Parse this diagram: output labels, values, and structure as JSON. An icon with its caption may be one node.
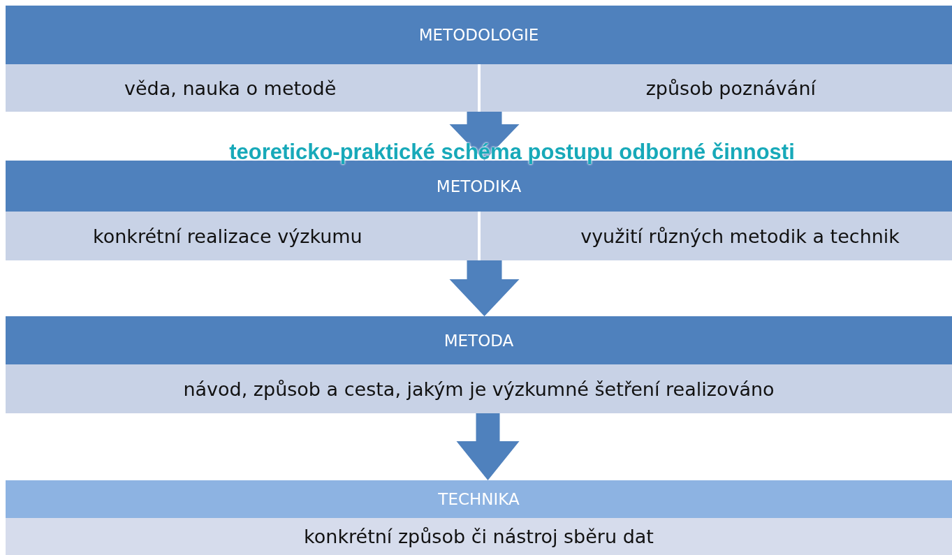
{
  "diagram": {
    "nodes": [
      {
        "text": [
          "METODOLOGIE"
        ]
      },
      {
        "text": [
          "věda, nauka o metodě"
        ],
        "in": 0
      },
      {
        "text": [
          "způsob poznávání"
        ],
        "in": 0
      },
      {
        "text": [
          "METODIKA"
        ]
      },
      {
        "text": [
          "konkrétní realizace výzkumu"
        ],
        "in": 3
      },
      {
        "text": [
          "využití různých metodik a technik"
        ],
        "in": 3
      },
      {
        "text": [
          "METODA"
        ]
      },
      {
        "text": [
          "návod, způsob a cesta, jakým je výzkumné šetření realizováno"
        ],
        "in": 6
      },
      {
        "text": [
          "TECHNIKA"
        ]
      },
      {
        "text": [
          "konkrétní způsob či nástroj sběru dat"
        ],
        "in": 8
      }
    ],
    "edges": [
      {
        "from": 0,
        "to": 3,
        "arrow": "to"
      },
      {
        "from": 3,
        "to": 6,
        "arrow": "to"
      },
      {
        "from": 6,
        "to": 8,
        "arrow": "to"
      }
    ],
    "labels": [
      "teoreticko-praktické schéma postupu odborné činnosti"
    ]
  }
}
